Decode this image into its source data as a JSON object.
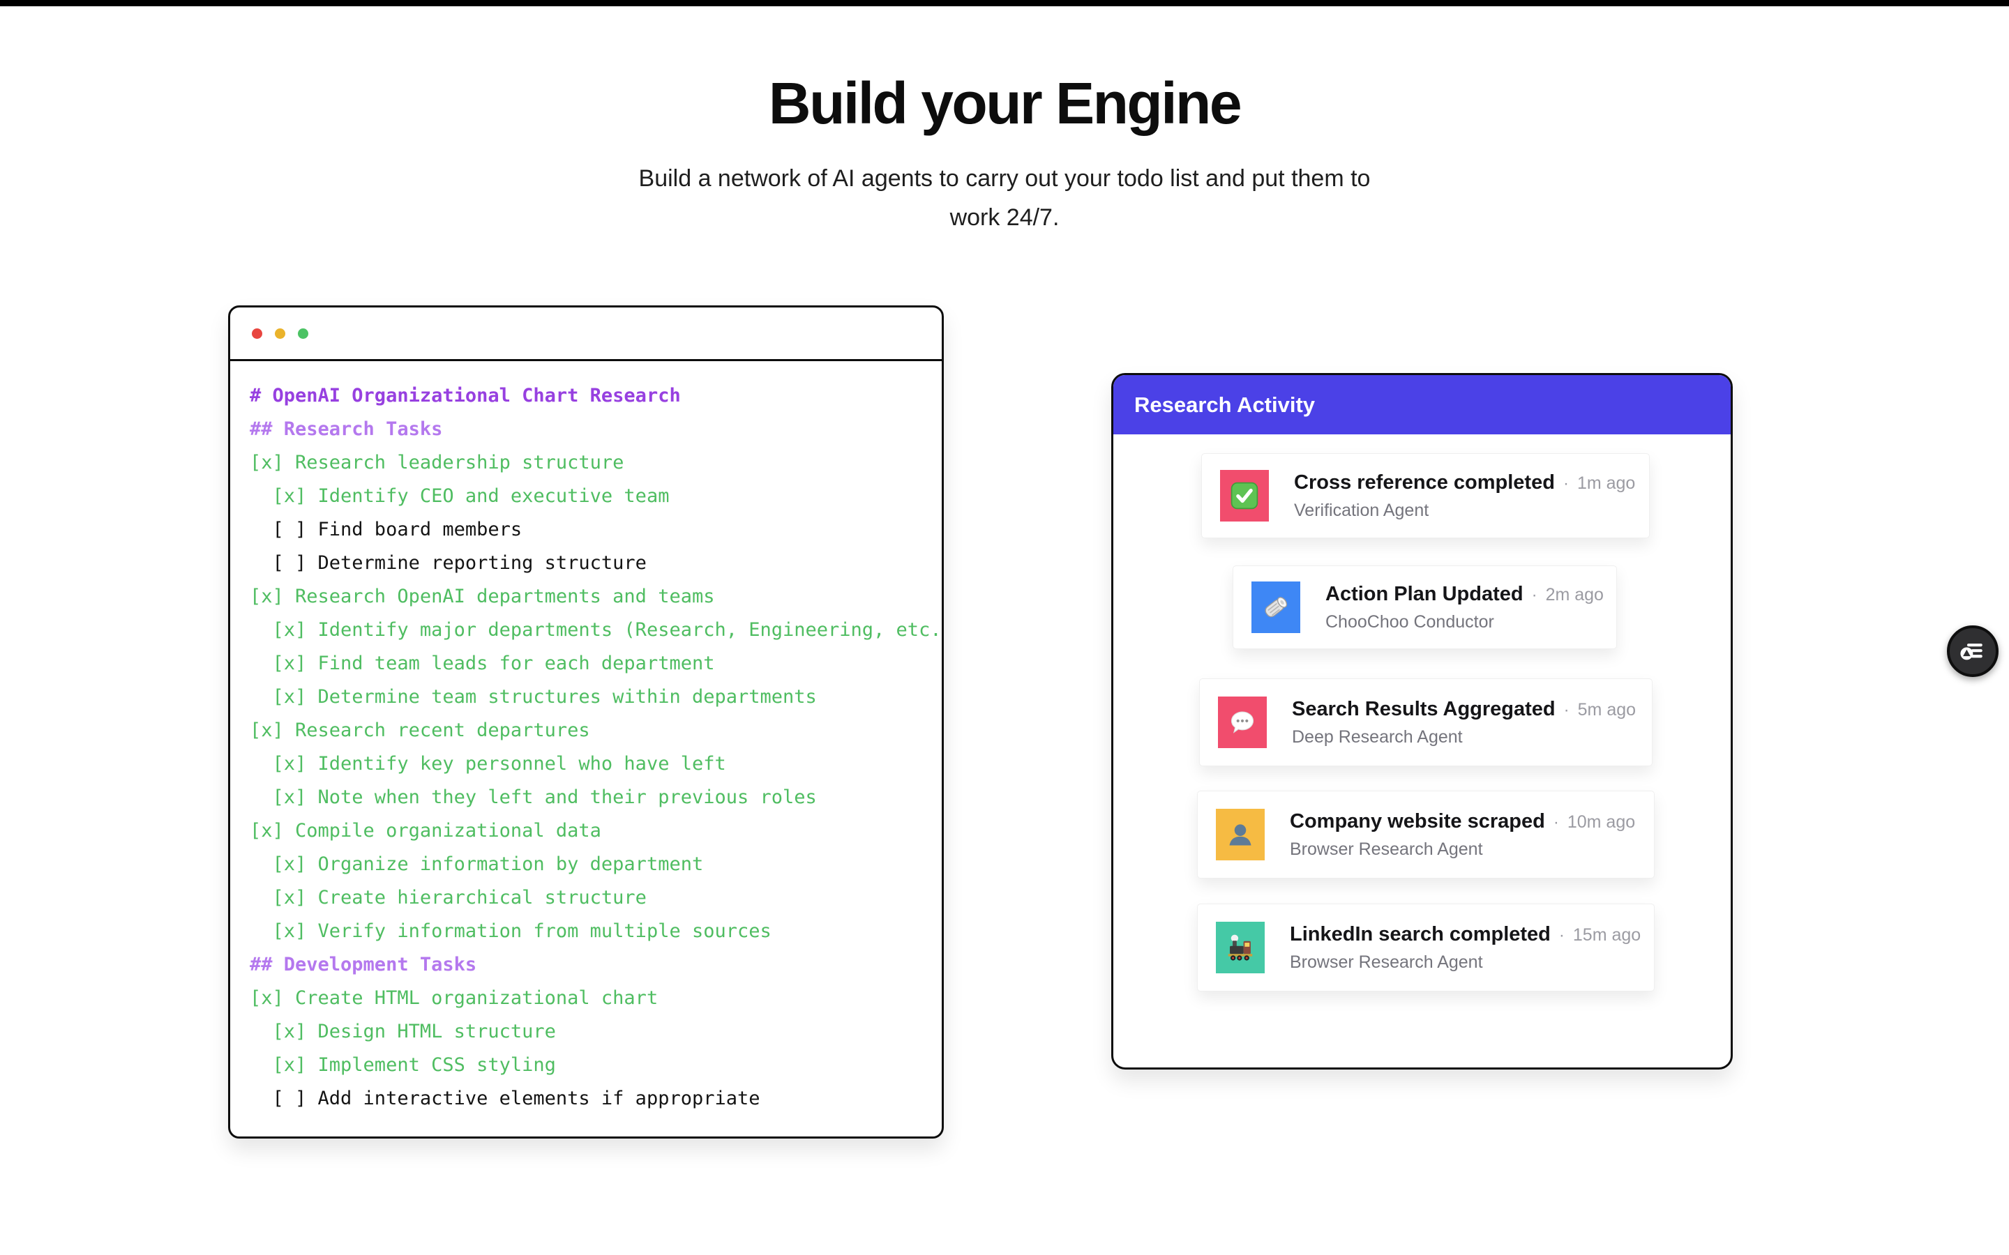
{
  "hero": {
    "title": "Build your Engine",
    "subtitle_line1": "Build a network of AI agents to carry out your todo list and put them to",
    "subtitle_line2": "work 24/7."
  },
  "terminal": {
    "window_controls": [
      "close",
      "minimize",
      "zoom"
    ],
    "lines": [
      {
        "kind": "h1",
        "text": "# OpenAI Organizational Chart Research"
      },
      {
        "kind": "h2",
        "text": "## Research Tasks"
      },
      {
        "kind": "done",
        "text": "[x] Research leadership structure"
      },
      {
        "kind": "done",
        "text": "  [x] Identify CEO and executive team"
      },
      {
        "kind": "open",
        "text": "  [ ] Find board members"
      },
      {
        "kind": "open",
        "text": "  [ ] Determine reporting structure"
      },
      {
        "kind": "done",
        "text": "[x] Research OpenAI departments and teams"
      },
      {
        "kind": "done",
        "text": "  [x] Identify major departments (Research, Engineering, etc.)"
      },
      {
        "kind": "done",
        "text": "  [x] Find team leads for each department"
      },
      {
        "kind": "done",
        "text": "  [x] Determine team structures within departments"
      },
      {
        "kind": "done",
        "text": "[x] Research recent departures"
      },
      {
        "kind": "done",
        "text": "  [x] Identify key personnel who have left"
      },
      {
        "kind": "done",
        "text": "  [x] Note when they left and their previous roles"
      },
      {
        "kind": "done",
        "text": "[x] Compile organizational data"
      },
      {
        "kind": "done",
        "text": "  [x] Organize information by department"
      },
      {
        "kind": "done",
        "text": "  [x] Create hierarchical structure"
      },
      {
        "kind": "done",
        "text": "  [x] Verify information from multiple sources"
      },
      {
        "kind": "h2",
        "text": "## Development Tasks"
      },
      {
        "kind": "done",
        "text": "[x] Create HTML organizational chart"
      },
      {
        "kind": "done",
        "text": "  [x] Design HTML structure"
      },
      {
        "kind": "done",
        "text": "  [x] Implement CSS styling"
      },
      {
        "kind": "open",
        "text": "  [ ] Add interactive elements if appropriate"
      }
    ]
  },
  "activity": {
    "header": "Research Activity",
    "time_separator": "·",
    "items": [
      {
        "icon": "check-mark-icon",
        "tile_color": "#f14d6d",
        "title": "Cross reference completed",
        "time": "1m ago",
        "agent": "Verification Agent"
      },
      {
        "icon": "newspaper-icon",
        "tile_color": "#3e87f5",
        "title": "Action Plan Updated",
        "time": "2m ago",
        "agent": "ChooChoo Conductor"
      },
      {
        "icon": "speech-balloon-icon",
        "tile_color": "#f14d6d",
        "title": "Search Results Aggregated",
        "time": "5m ago",
        "agent": "Deep Research Agent"
      },
      {
        "icon": "person-icon",
        "tile_color": "#f6bb43",
        "title": "Company website scraped",
        "time": "10m ago",
        "agent": "Browser Research Agent"
      },
      {
        "icon": "locomotive-icon",
        "tile_color": "#45c9a6",
        "title": "LinkedIn search completed",
        "time": "15m ago",
        "agent": "Browser Research Agent"
      }
    ]
  },
  "floating_button": {
    "icon": "task-log-icon"
  },
  "colors": {
    "accent_purple": "#4b41e7",
    "markdown_h1": "#9740e0",
    "markdown_h2": "#b478ee",
    "task_done_green": "#4fbd61",
    "task_open_black": "#141414",
    "traffic_red": "#e8453f",
    "traffic_yellow": "#eab32b",
    "traffic_green": "#4cc364",
    "tile_rose": "#f14d6d",
    "tile_blue": "#3e87f5",
    "tile_amber": "#f6bb43",
    "tile_mint": "#45c9a6"
  }
}
